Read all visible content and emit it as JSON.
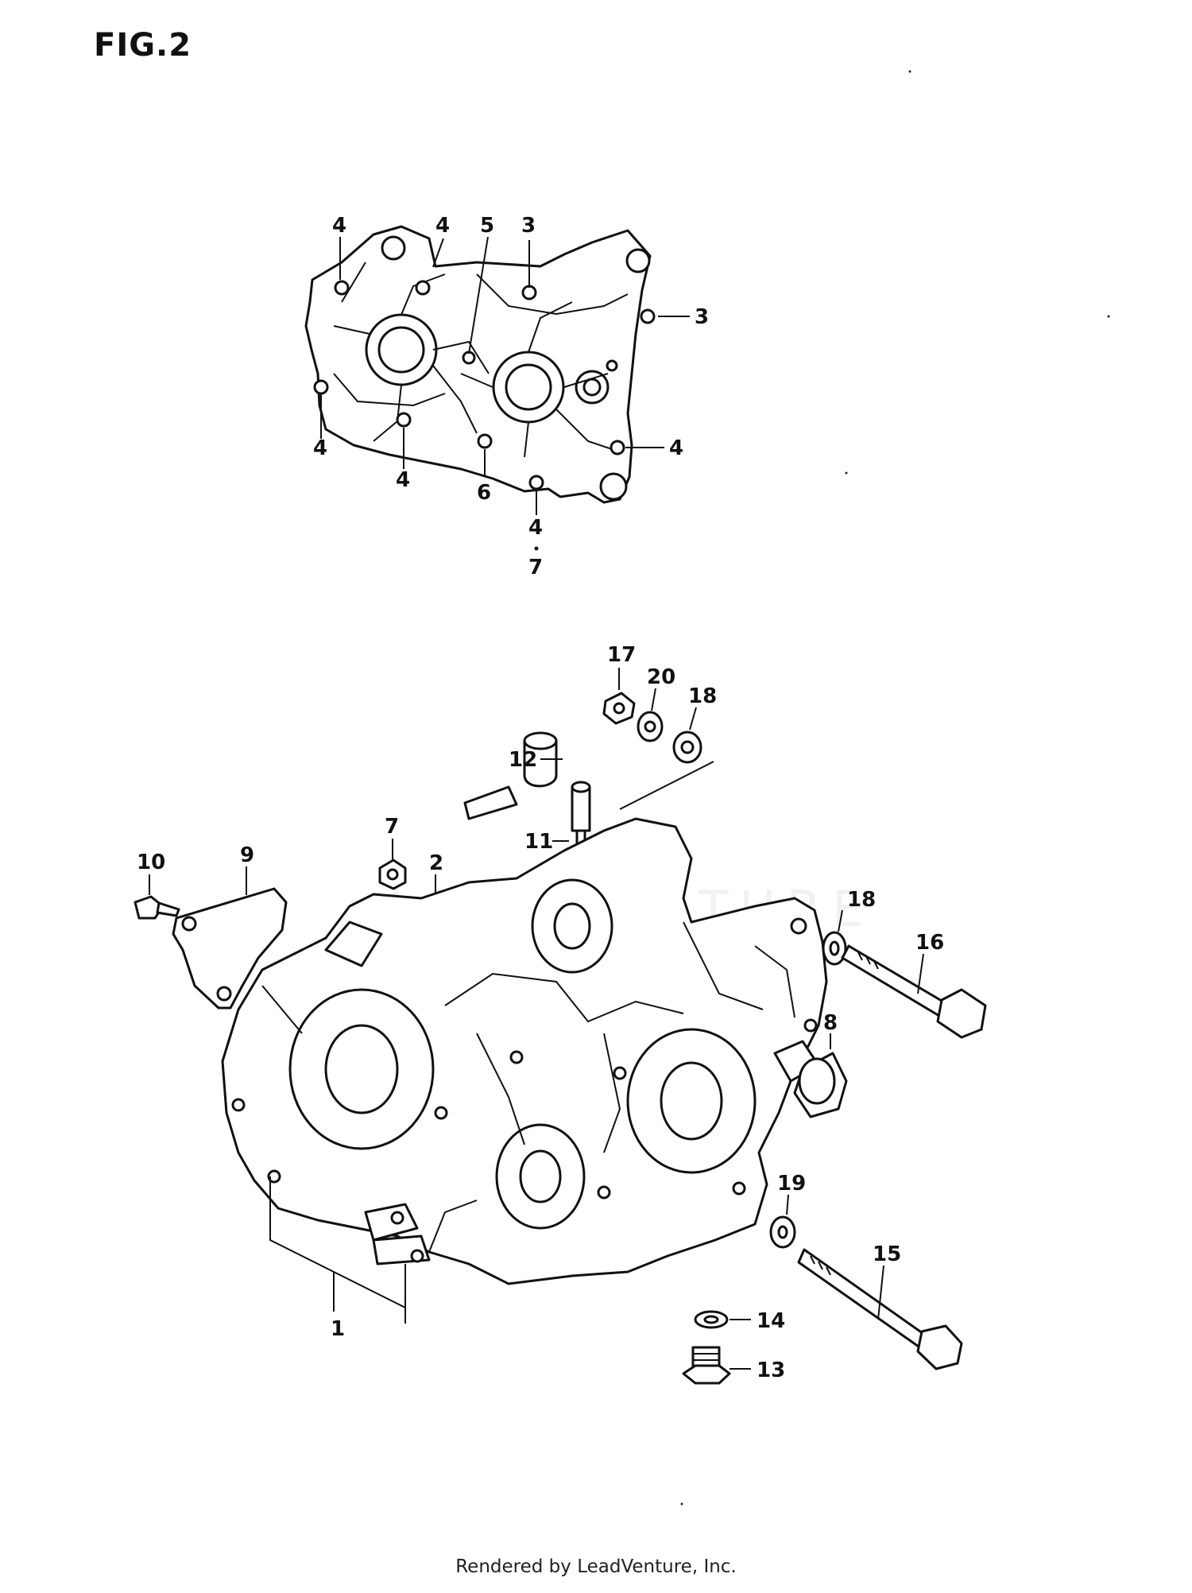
{
  "figure": {
    "title": "FIG.2"
  },
  "watermark": "LEADVENTURE",
  "footer": {
    "text": "Rendered by LeadVenture, Inc."
  },
  "callouts": {
    "gasket_top_a": "4",
    "gasket_top_b": "4",
    "gasket_top_c": "5",
    "gasket_top_d": "3",
    "gasket_right_e": "3",
    "gasket_left_f": "4",
    "gasket_bottom_g": "4",
    "gasket_bottom_h": "6",
    "gasket_right_i": "4",
    "gasket_bottom_j": "4",
    "gasket_bottom_k": "7",
    "nut_17": "17",
    "washer_20": "20",
    "washer_18_top": "18",
    "sleeve_12": "12",
    "pin_11": "11",
    "nut_7": "7",
    "dowel_2": "2",
    "screw_10": "10",
    "plate_9": "9",
    "washer_18_right": "18",
    "bolt_16": "16",
    "bushing_8": "8",
    "washer_19": "19",
    "bolt_15": "15",
    "crankcase_1": "1",
    "gasket_14": "14",
    "drain_plug_13": "13"
  }
}
